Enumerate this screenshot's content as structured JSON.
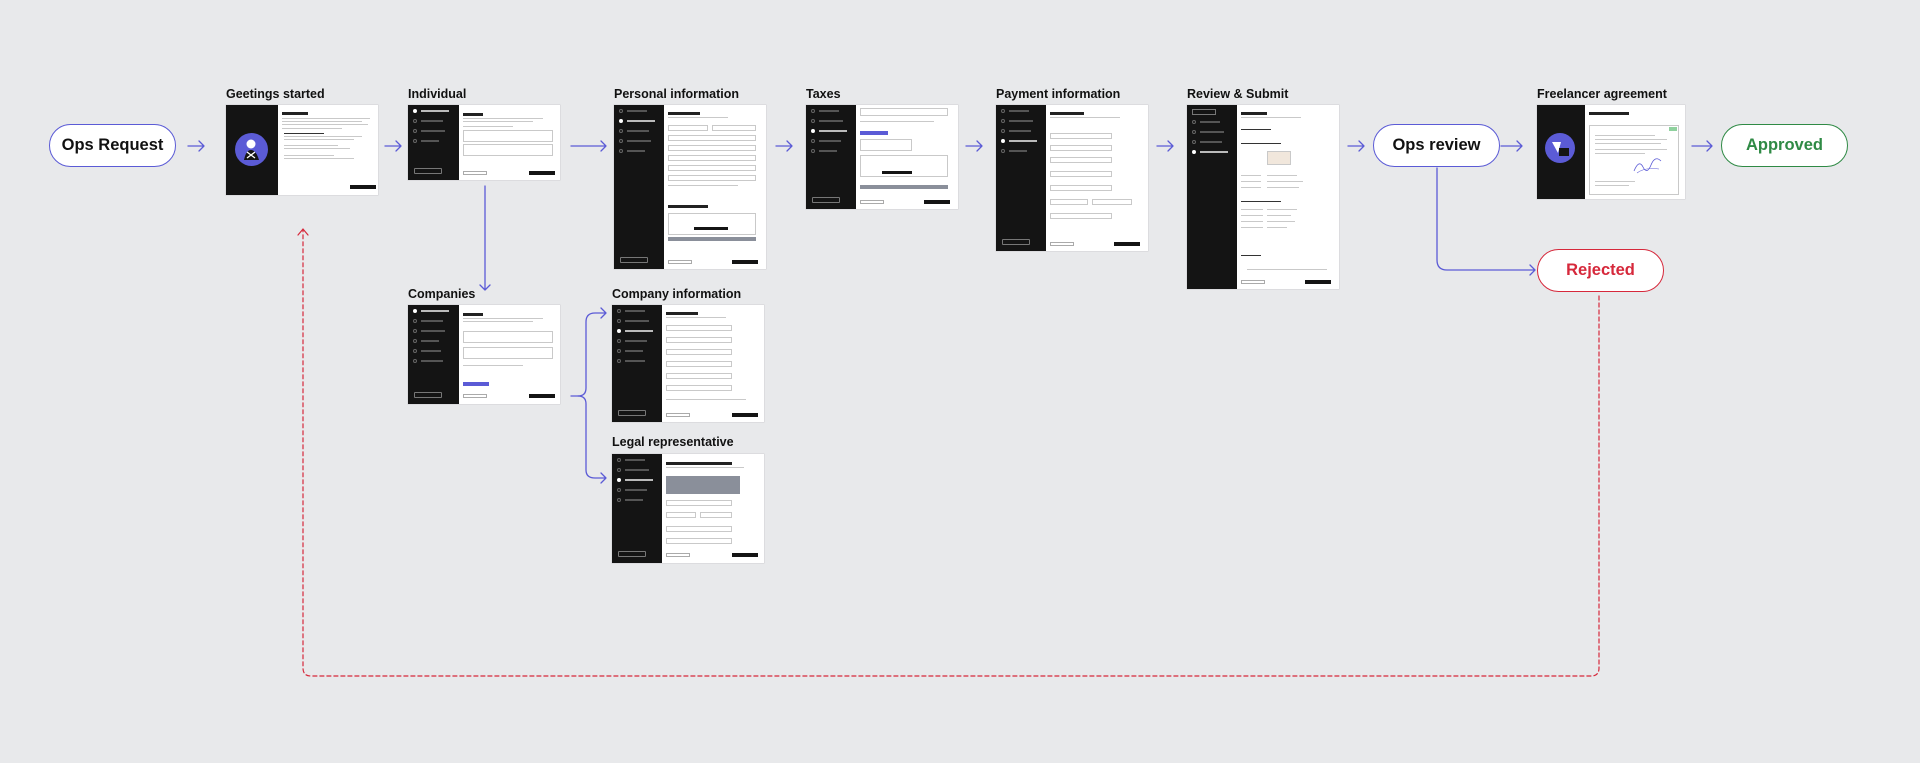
{
  "nodes": {
    "ops_request": "Ops Request",
    "ops_review": "Ops review",
    "approved": "Approved",
    "rejected": "Rejected"
  },
  "screens": {
    "getting_started": "Geetings started",
    "individual": "Individual",
    "personal_information": "Personal information",
    "taxes": "Taxes",
    "payment_information": "Payment information",
    "review_submit": "Review & Submit",
    "freelancer_agreement": "Freelancer agreement",
    "companies": "Companies",
    "company_information": "Company information",
    "legal_representative": "Legal representative"
  },
  "colors": {
    "background": "#e8e9eb",
    "flow_arrow": "#5b5bd6",
    "approved": "#2f8a45",
    "rejected": "#d6283b",
    "thumb_sidebar": "#141414",
    "accent": "#5b5bd6"
  },
  "icons": {
    "arrow": "arrow-right-icon",
    "reject_loop": "dashed-loop-arrow-icon"
  }
}
